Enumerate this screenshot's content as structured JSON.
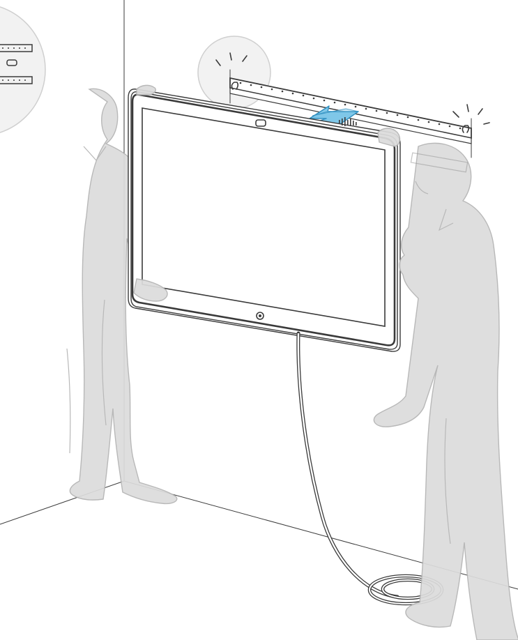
{
  "figure": {
    "type": "installation-illustration",
    "colors": {
      "background": "#ffffff",
      "line_art": "#3a3a3a",
      "person_fill": "#dcdcdc",
      "person_outline": "#b3b3b3",
      "callout_fill": "#f2f2f2",
      "arrow_fill": "#7fc7e8",
      "arrow_stroke": "#2f8fc0"
    },
    "elements": [
      "wall-corner",
      "floor",
      "wall-mount-bracket",
      "display-screen",
      "camera",
      "microphone-array",
      "power-cable",
      "cable-coil",
      "person-left",
      "person-right",
      "lift-arrow",
      "zoom-callout-left",
      "zoom-callout-top",
      "click-marks"
    ]
  }
}
